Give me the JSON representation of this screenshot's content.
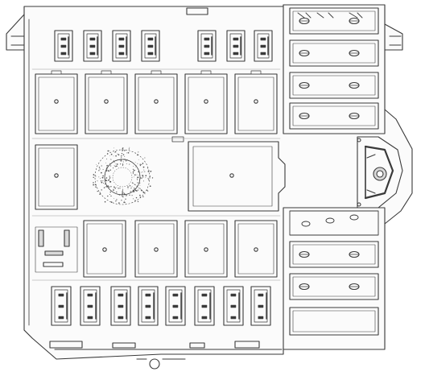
{
  "diagram": {
    "kind": "fuse-box-line-drawing",
    "labels": [],
    "colors": {
      "background": "#ffffff",
      "outline": "#3a3a3a",
      "fill": "#fbfbfb",
      "shade": "#d9d9d9"
    },
    "components": {
      "top_connectors": 7,
      "relays_row_1": 5,
      "relay_left_mid": 1,
      "center_module": 1,
      "relays_row_2": 4,
      "bottom_connectors": 8,
      "fuse_slots_right_upper": 4,
      "fuse_slots_right_lower": 4,
      "cable_clamp": 1,
      "small_fuses": 2
    }
  }
}
